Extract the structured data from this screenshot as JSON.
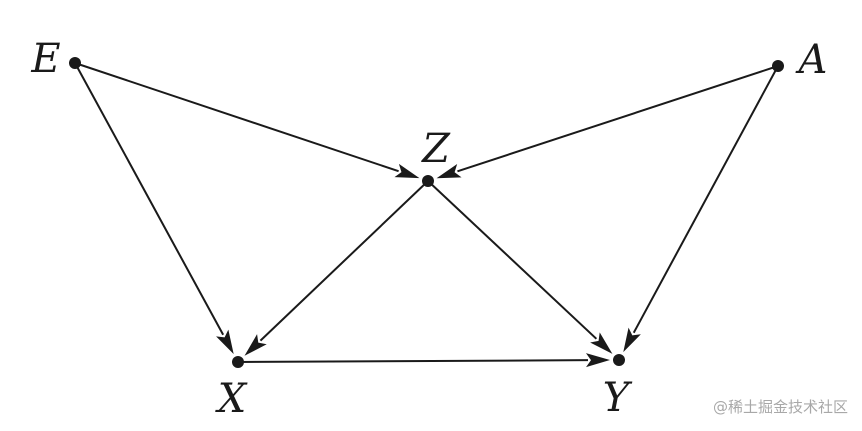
{
  "diagram": {
    "nodes": [
      {
        "id": "E",
        "label": "E"
      },
      {
        "id": "A",
        "label": "A"
      },
      {
        "id": "Z",
        "label": "Z"
      },
      {
        "id": "X",
        "label": "X"
      },
      {
        "id": "Y",
        "label": "Y"
      }
    ],
    "edges": [
      {
        "from": "E",
        "to": "Z"
      },
      {
        "from": "E",
        "to": "X"
      },
      {
        "from": "A",
        "to": "Z"
      },
      {
        "from": "A",
        "to": "Y"
      },
      {
        "from": "Z",
        "to": "X"
      },
      {
        "from": "Z",
        "to": "Y"
      },
      {
        "from": "X",
        "to": "Y"
      }
    ],
    "colors": {
      "ink": "#1a1a1a",
      "watermark": "#a8a8a8",
      "background": "#ffffff"
    }
  },
  "watermark": {
    "text": "@稀土掘金技术社区"
  }
}
